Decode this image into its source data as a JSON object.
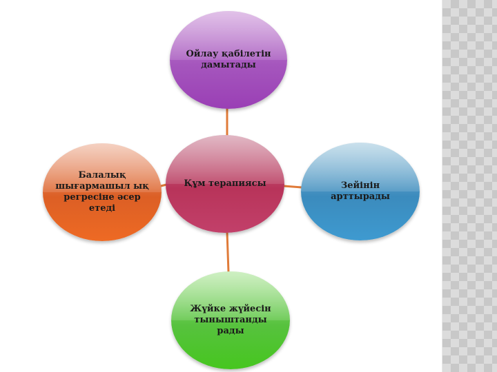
{
  "diagram": {
    "center": "Құм терапиясы",
    "top": "Ойлау қабілетін дамытады",
    "right": "Зейінін арттырады",
    "bottom": "Жүйке жүйесін тыныштанды рады",
    "left": "Балалық шығармашыл ық регресіне әсер етеді"
  },
  "colors": {
    "connector": "#e07b39",
    "center": "#b8345a",
    "top": "#a556bd",
    "right": "#3b8bbd",
    "bottom": "#57c23e",
    "left": "#dc5f25"
  }
}
